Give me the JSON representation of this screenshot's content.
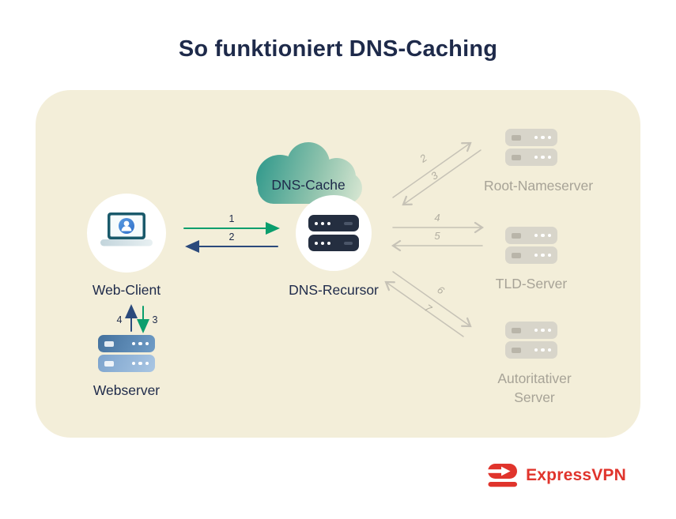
{
  "title": "So funktioniert DNS-Caching",
  "colors": {
    "panel_bg": "#f3eed9",
    "ink": "#1e2a4a",
    "green": "#0a9e6d",
    "navy": "#2b4a7c",
    "gray_arrow": "#c6c2b6",
    "gray_number": "#b2aea1",
    "gray_text": "#a7a397",
    "brand_red": "#e0342c"
  },
  "nodes": {
    "web_client": {
      "label": "Web-Client"
    },
    "dns_cache": {
      "label": "DNS-Cache"
    },
    "dns_recursor": {
      "label": "DNS-Recursor"
    },
    "root_nameserver": {
      "label": "Root-Nameserver"
    },
    "tld_server": {
      "label": "TLD-Server"
    },
    "authoritative_server": {
      "label_line1": "Autoritativer",
      "label_line2": "Server"
    },
    "webserver": {
      "label": "Webserver"
    }
  },
  "steps": {
    "client_to_recursor": "1",
    "recursor_to_client": "2",
    "recursor_to_root": "2",
    "root_to_recursor": "3",
    "recursor_to_tld": "4",
    "tld_to_recursor": "5",
    "recursor_to_auth": "6",
    "auth_to_recursor": "7",
    "client_to_webserver": "3",
    "webserver_to_client": "4"
  },
  "logo": {
    "text": "ExpressVPN"
  }
}
